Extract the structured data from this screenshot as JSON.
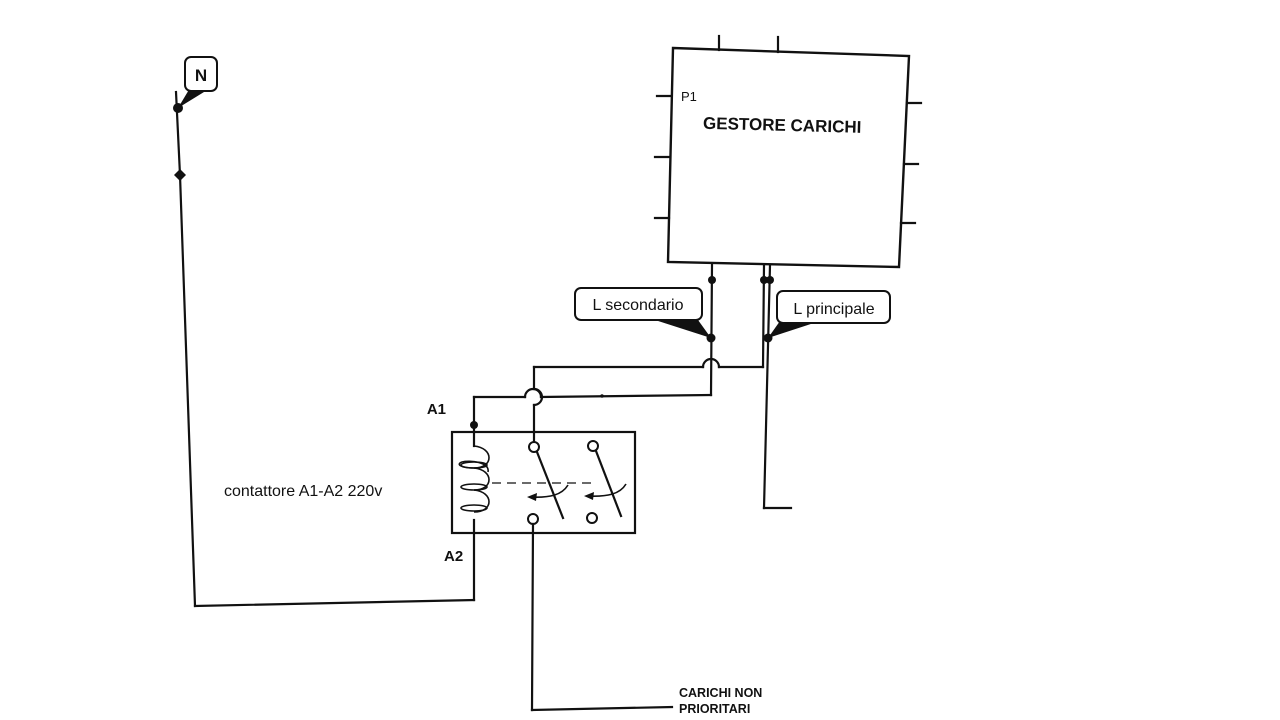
{
  "diagram": {
    "neutral_label": "N",
    "load_manager": {
      "title": "GESTORE CARICHI",
      "port_label": "P1"
    },
    "line_labels": {
      "secondary": "L secondario",
      "primary": "L principale"
    },
    "contactor": {
      "description": "contattore A1-A2 220v",
      "terminal_a1": "A1",
      "terminal_a2": "A2"
    },
    "load_label_line1": "CARICHI NON",
    "load_label_line2": "PRIORITARI",
    "colors": {
      "ink": "#111111",
      "background": "#ffffff"
    }
  }
}
